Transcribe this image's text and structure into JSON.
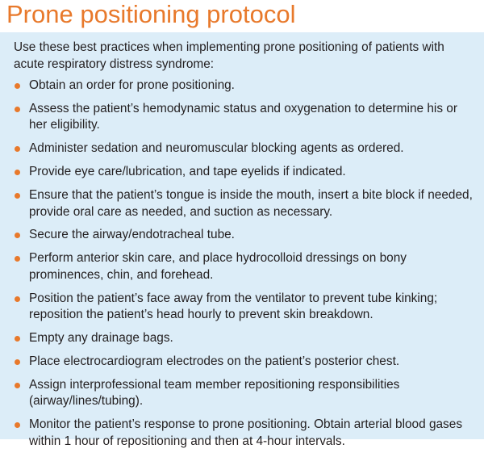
{
  "title": "Prone positioning protocol",
  "intro": "Use these best practices when implementing prone positioning of patients with acute respiratory distress syndrome:",
  "bullets": [
    "Obtain an order for prone positioning.",
    "Assess the patient’s hemodynamic status and oxygenation to determine his or her eligibility.",
    "Administer sedation and neuromuscular blocking agents as ordered.",
    "Provide eye care/lubrication, and tape eyelids if indicated.",
    "Ensure that the patient’s tongue is inside the mouth, insert a bite block if needed, provide oral care as needed, and suction as necessary.",
    "Secure the airway/endotracheal tube.",
    "Perform anterior skin care, and place hydrocolloid dressings on bony prominences, chin, and forehead.",
    "Position the patient’s face away from the ventilator to prevent tube kinking; reposition the patient’s head hourly to prevent skin breakdown.",
    "Empty any drainage bags.",
    "Place electrocardiogram electrodes on the patient’s posterior chest.",
    "Assign interprofessional team member repositioning responsibilities (airway/lines/tubing).",
    "Monitor the patient’s response to prone positioning. Obtain arterial blood gases within 1 hour of repositioning and then at 4-hour intervals."
  ],
  "colors": {
    "title": "#e8792b",
    "bullet": "#e8792b",
    "panel_background": "#dcedf8",
    "text": "#231f20"
  }
}
